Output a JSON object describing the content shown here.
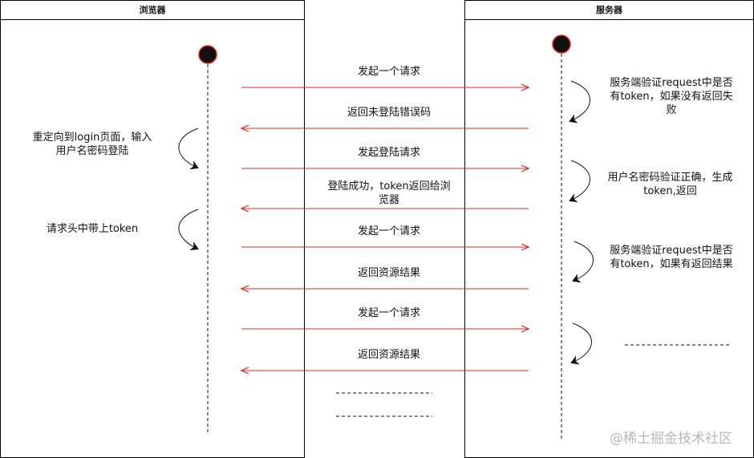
{
  "lanes": {
    "browser": "浏览器",
    "server": "服务器"
  },
  "messages": [
    "发起一个请求",
    "返回未登陆错误码",
    "发起登陆请求",
    "登陆成功，token返回给浏\n览器",
    "发起一个请求",
    "返回资源结果",
    "发起一个请求",
    "返回资源结果"
  ],
  "browser_notes": [
    "重定向到login页面，输入\n用户名密码登陆",
    "请求头中带上token"
  ],
  "server_notes": [
    "服务端验证request中是否\n有token，如果没有返回失\n败",
    "用户名密码验证正确，生成\ntoken,返回",
    "服务端验证request中是否\n有token，如果有返回结果"
  ],
  "watermark": "@稀土掘金技术社区",
  "colors": {
    "arrow": "#e8261c",
    "border": "#000000",
    "lifeline_head": "#111111",
    "lifeline_head_ring": "#e8261c"
  }
}
